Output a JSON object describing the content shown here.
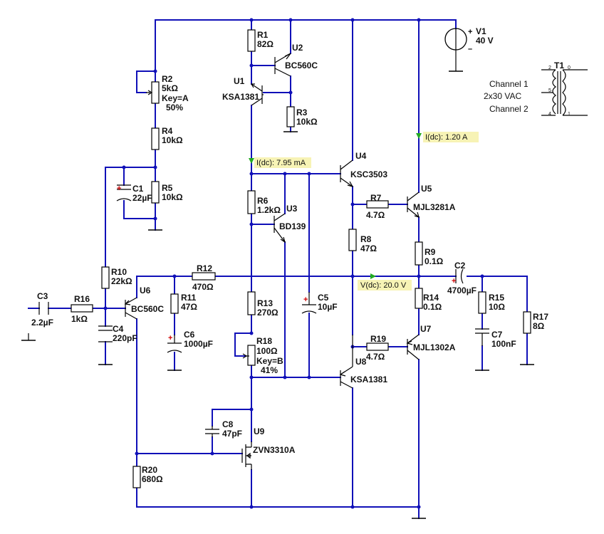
{
  "components": {
    "R1": {
      "ref": "R1",
      "value": "82Ω"
    },
    "R2": {
      "ref": "R2",
      "value": "5kΩ",
      "key": "Key=A",
      "pct": "50%"
    },
    "R3": {
      "ref": "R3",
      "value": "10kΩ"
    },
    "R4": {
      "ref": "R4",
      "value": "10kΩ"
    },
    "R5": {
      "ref": "R5",
      "value": "10kΩ"
    },
    "R6": {
      "ref": "R6",
      "value": "1.2kΩ"
    },
    "R7": {
      "ref": "R7",
      "value": "4.7Ω"
    },
    "R8": {
      "ref": "R8",
      "value": "47Ω"
    },
    "R9": {
      "ref": "R9",
      "value": "0.1Ω"
    },
    "R10": {
      "ref": "R10",
      "value": "22kΩ"
    },
    "R11": {
      "ref": "R11",
      "value": "47Ω"
    },
    "R12": {
      "ref": "R12",
      "value": "470Ω"
    },
    "R13": {
      "ref": "R13",
      "value": "270Ω"
    },
    "R14": {
      "ref": "R14",
      "value": "0.1Ω"
    },
    "R15": {
      "ref": "R15",
      "value": "10Ω"
    },
    "R16": {
      "ref": "R16",
      "value": "1kΩ"
    },
    "R17": {
      "ref": "R17",
      "value": "8Ω"
    },
    "R18": {
      "ref": "R18",
      "value": "100Ω",
      "key": "Key=B",
      "pct": "41%"
    },
    "R19": {
      "ref": "R19",
      "value": "4.7Ω"
    },
    "R20": {
      "ref": "R20",
      "value": "680Ω"
    },
    "C1": {
      "ref": "C1",
      "value": "22µF"
    },
    "C2": {
      "ref": "C2",
      "value": "4700µF"
    },
    "C3": {
      "ref": "C3",
      "value": "2.2µF"
    },
    "C4": {
      "ref": "C4",
      "value": "220pF"
    },
    "C5": {
      "ref": "C5",
      "value": "10µF"
    },
    "C6": {
      "ref": "C6",
      "value": "1000µF"
    },
    "C7": {
      "ref": "C7",
      "value": "100nF"
    },
    "C8": {
      "ref": "C8",
      "value": "47pF"
    },
    "U1": {
      "ref": "U1",
      "value": "KSA1381"
    },
    "U2": {
      "ref": "U2",
      "value": "BC560C"
    },
    "U3": {
      "ref": "U3",
      "value": "BD139"
    },
    "U4": {
      "ref": "U4",
      "value": "KSC3503"
    },
    "U5": {
      "ref": "U5",
      "value": "MJL3281A"
    },
    "U6": {
      "ref": "U6",
      "value": "BC560C"
    },
    "U7": {
      "ref": "U7",
      "value": "MJL1302A"
    },
    "U8": {
      "ref": "U8",
      "value": "KSA1381"
    },
    "U9": {
      "ref": "U9",
      "value": "ZVN3310A"
    },
    "V1": {
      "ref": "V1",
      "value": "40 V"
    },
    "T1": {
      "ref": "T1",
      "ch1": "Channel 1",
      "rating": "2x30 VAC",
      "ch2": "Channel 2",
      "pins": [
        "2",
        "0",
        "5",
        "4",
        "1"
      ]
    }
  },
  "probes": {
    "p1": "I(dc): 1.20 A",
    "p2": "I(dc): 7.95 mA",
    "p3": "V(dc): 20.0 V"
  },
  "colors": {
    "wire": "#1010b8",
    "probe_bg": "#f7f3b5",
    "probe_arrow": "#22aa22",
    "polarity": "#d00000"
  }
}
